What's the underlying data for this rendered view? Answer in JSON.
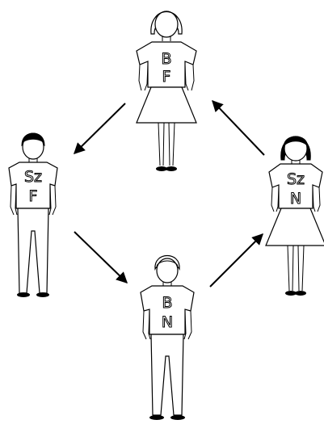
{
  "figures": [
    {
      "id": "top",
      "gender": "female",
      "hair": "light",
      "shirt_lines": [
        "B",
        "F"
      ]
    },
    {
      "id": "left",
      "gender": "male",
      "hair": "dark",
      "shirt_lines": [
        "Sz",
        "F"
      ]
    },
    {
      "id": "bottom",
      "gender": "male",
      "hair": "light",
      "shirt_lines": [
        "B",
        "N"
      ]
    },
    {
      "id": "right",
      "gender": "female",
      "hair": "dark",
      "shirt_lines": [
        "Sz",
        "N"
      ]
    }
  ],
  "arrows": [
    {
      "from": "top",
      "to": "left"
    },
    {
      "from": "left",
      "to": "bottom"
    },
    {
      "from": "bottom",
      "to": "right"
    },
    {
      "from": "right",
      "to": "top"
    }
  ],
  "colors": {
    "line": "#000000",
    "background": "#ffffff",
    "dark_hair": "#000000",
    "light_hair": "#ffffff"
  }
}
